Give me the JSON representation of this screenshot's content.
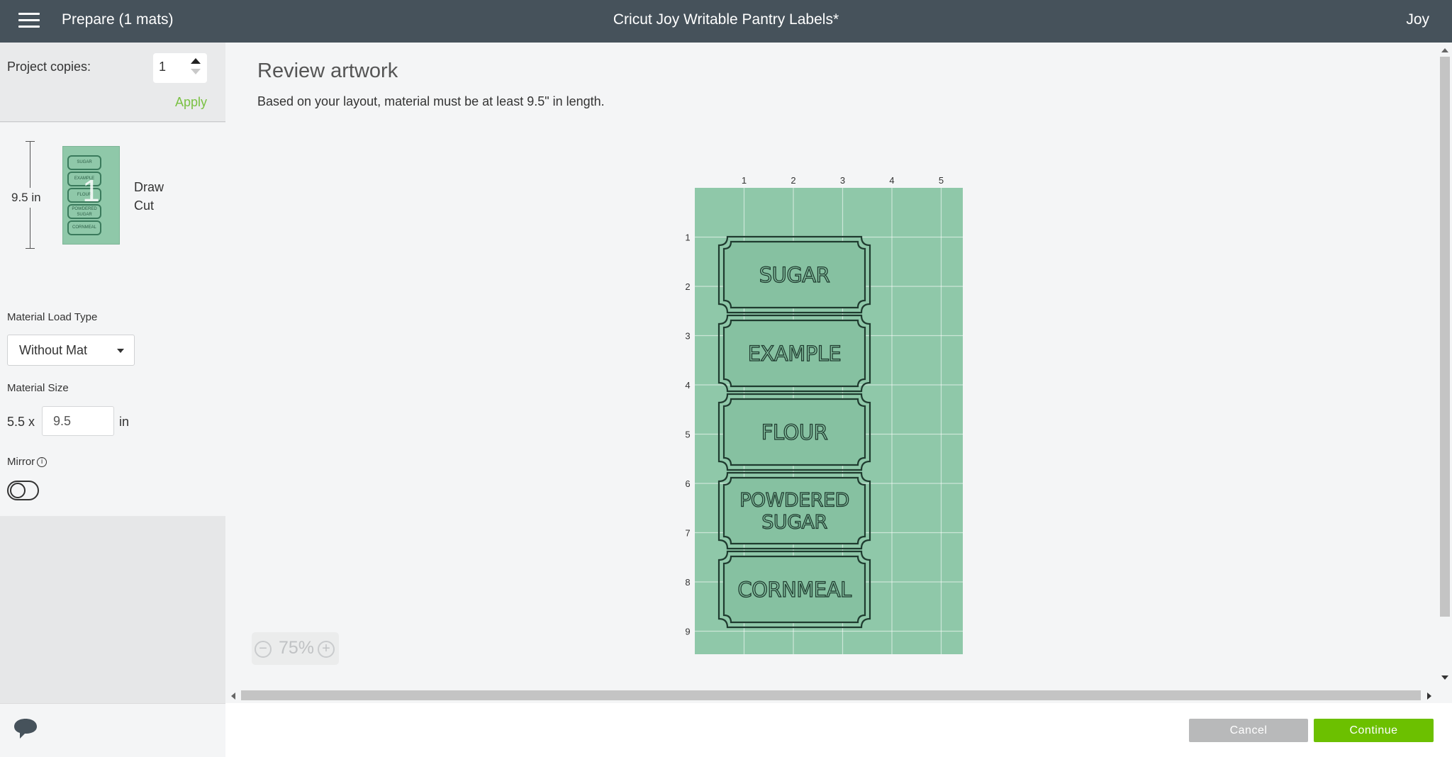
{
  "header": {
    "left_title": "Prepare (1 mats)",
    "center_title": "Cricut Joy Writable Pantry Labels*",
    "right_label": "Joy"
  },
  "sidebar": {
    "copies_label": "Project copies:",
    "copies_value": "1",
    "apply_label": "Apply",
    "mat_dimension": "9.5 in",
    "mat_number": "1",
    "mat_operations": [
      "Draw",
      "Cut"
    ],
    "thumbnail_labels": [
      "SUGAR",
      "EXAMPLE",
      "FLOUR",
      "POWDERED SUGAR",
      "CORNMEAL"
    ],
    "load_type_label": "Material Load Type",
    "load_type_value": "Without Mat",
    "material_size_label": "Material Size",
    "material_width": "5.5 x",
    "material_length": "9.5",
    "material_unit": "in",
    "mirror_label": "Mirror",
    "mirror_info": "i",
    "mirror_on": false
  },
  "main": {
    "title": "Review artwork",
    "subtitle": "Based on your layout, material must be at least 9.5\" in length.",
    "ruler_top": [
      "1",
      "2",
      "3",
      "4",
      "5"
    ],
    "ruler_left": [
      "1",
      "2",
      "3",
      "4",
      "5",
      "6",
      "7",
      "8",
      "9"
    ],
    "labels": [
      {
        "lines": [
          "SUGAR"
        ]
      },
      {
        "lines": [
          "EXAMPLE"
        ]
      },
      {
        "lines": [
          "FLOUR"
        ]
      },
      {
        "lines": [
          "POWDERED",
          "SUGAR"
        ]
      },
      {
        "lines": [
          "CORNMEAL"
        ]
      }
    ],
    "zoom": {
      "minus": "−",
      "value": "75%",
      "plus": "+"
    }
  },
  "footer": {
    "cancel_label": "Cancel",
    "continue_label": "Continue"
  },
  "colors": {
    "header_bg": "#46525b",
    "mat_green": "#8fc8a9",
    "label_stroke": "#1f3b2f",
    "apply_green": "#7ac143",
    "continue_green": "#6cc000",
    "cancel_gray": "#b8b9ba"
  }
}
